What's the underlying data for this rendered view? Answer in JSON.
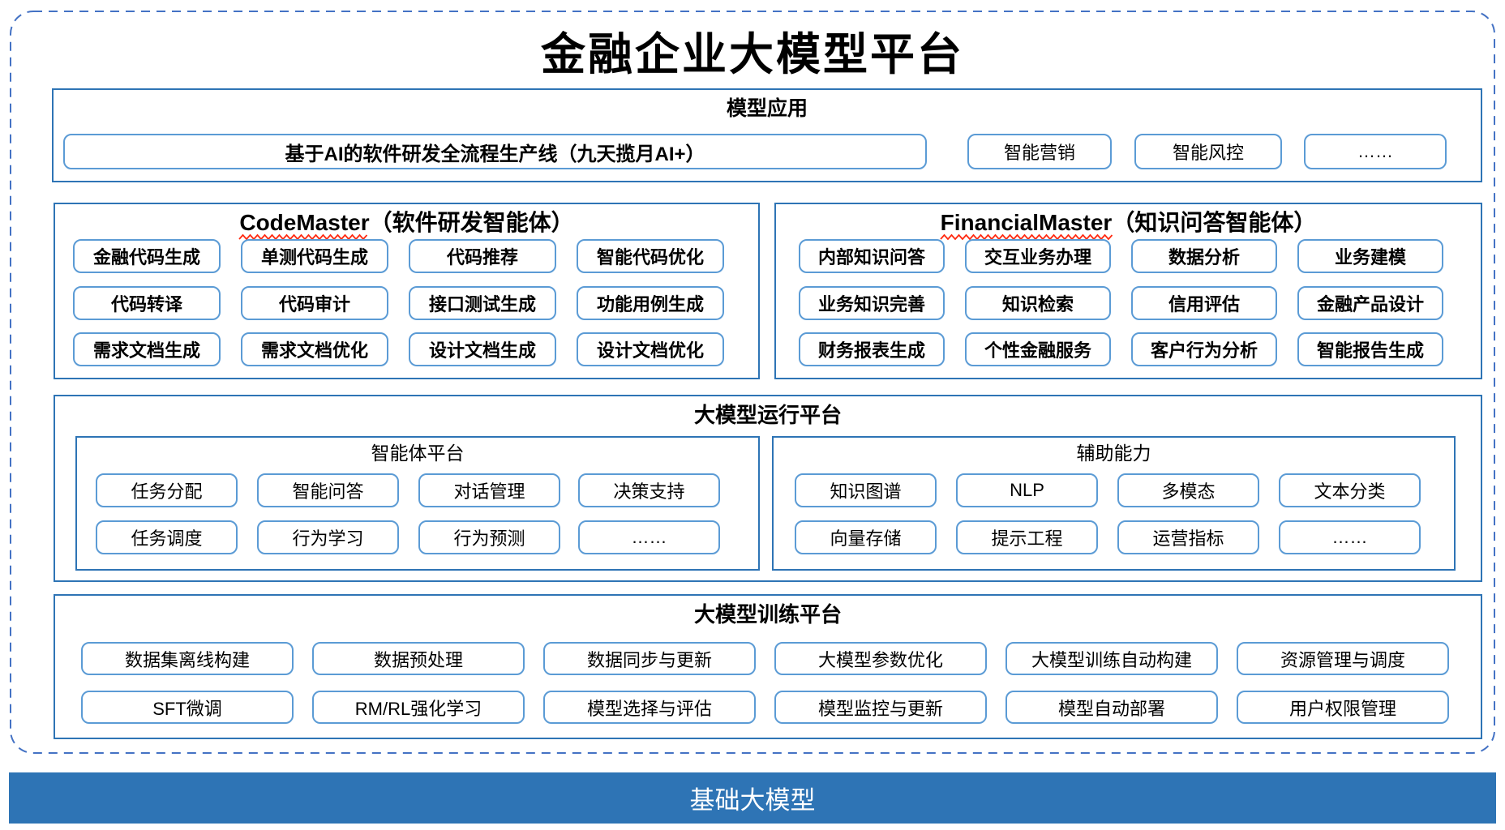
{
  "title": "金融企业大模型平台",
  "colors": {
    "line": "#2E74B5",
    "boxline": "#5B9BD5",
    "dash": "#4472C4",
    "bar": "#2E74B5",
    "barText": "#FFFFFF",
    "squiggle": "#FF2B12",
    "text": "#000000"
  },
  "sections": {
    "app": {
      "title": "模型应用",
      "main_box": "基于AI的软件研发全流程生产线（九天揽月AI+）",
      "boxes": [
        "智能营销",
        "智能风控",
        "……"
      ]
    },
    "codemaster": {
      "name": "CodeMaster",
      "subtitle": "（软件研发智能体）",
      "boxes": [
        "金融代码生成",
        "单测代码生成",
        "代码推荐",
        "智能代码优化",
        "代码转译",
        "代码审计",
        "接口测试生成",
        "功能用例生成",
        "需求文档生成",
        "需求文档优化",
        "设计文档生成",
        "设计文档优化"
      ]
    },
    "financialmaster": {
      "name": "FinancialMaster",
      "subtitle": "（知识问答智能体）",
      "boxes": [
        "内部知识问答",
        "交互业务办理",
        "数据分析",
        "业务建模",
        "业务知识完善",
        "知识检索",
        "信用评估",
        "金融产品设计",
        "财务报表生成",
        "个性金融服务",
        "客户行为分析",
        "智能报告生成"
      ]
    },
    "runtime": {
      "title": "大模型运行平台",
      "agent": {
        "title": "智能体平台",
        "boxes": [
          "任务分配",
          "智能问答",
          "对话管理",
          "决策支持",
          "任务调度",
          "行为学习",
          "行为预测",
          "……"
        ]
      },
      "aux": {
        "title": "辅助能力",
        "boxes": [
          "知识图谱",
          "NLP",
          "多模态",
          "文本分类",
          "向量存储",
          "提示工程",
          "运营指标",
          "……"
        ]
      }
    },
    "training": {
      "title": "大模型训练平台",
      "boxes": [
        "数据集离线构建",
        "数据预处理",
        "数据同步与更新",
        "大模型参数优化",
        "大模型训练自动构建",
        "资源管理与调度",
        "SFT微调",
        "RM/RL强化学习",
        "模型选择与评估",
        "模型监控与更新",
        "模型自动部署",
        "用户权限管理"
      ]
    },
    "foundation": {
      "title": "基础大模型"
    }
  }
}
